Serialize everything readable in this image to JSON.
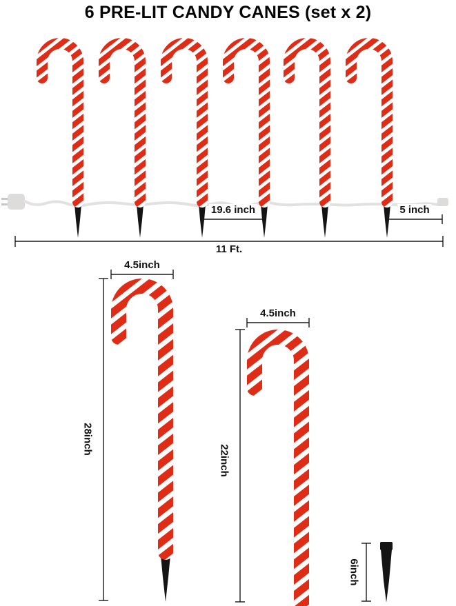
{
  "title": "6 PRE-LIT CANDY CANES (set x 2)",
  "labels": {
    "stake_spacing": "19.6 inch",
    "end_section": "5 inch",
    "total_length": "11 Ft.",
    "large_hook_width": "4.5inch",
    "small_hook_width": "4.5inch",
    "large_cane_height": "28inch",
    "small_cane_height": "22inch",
    "stake_height": "6inch"
  },
  "colors": {
    "cane_red": "#df2c17",
    "stripe_white": "#ffffff",
    "stake_black": "#141414",
    "wire_gray": "#e3e0e0",
    "dimension_line": "#1a1a1a"
  }
}
